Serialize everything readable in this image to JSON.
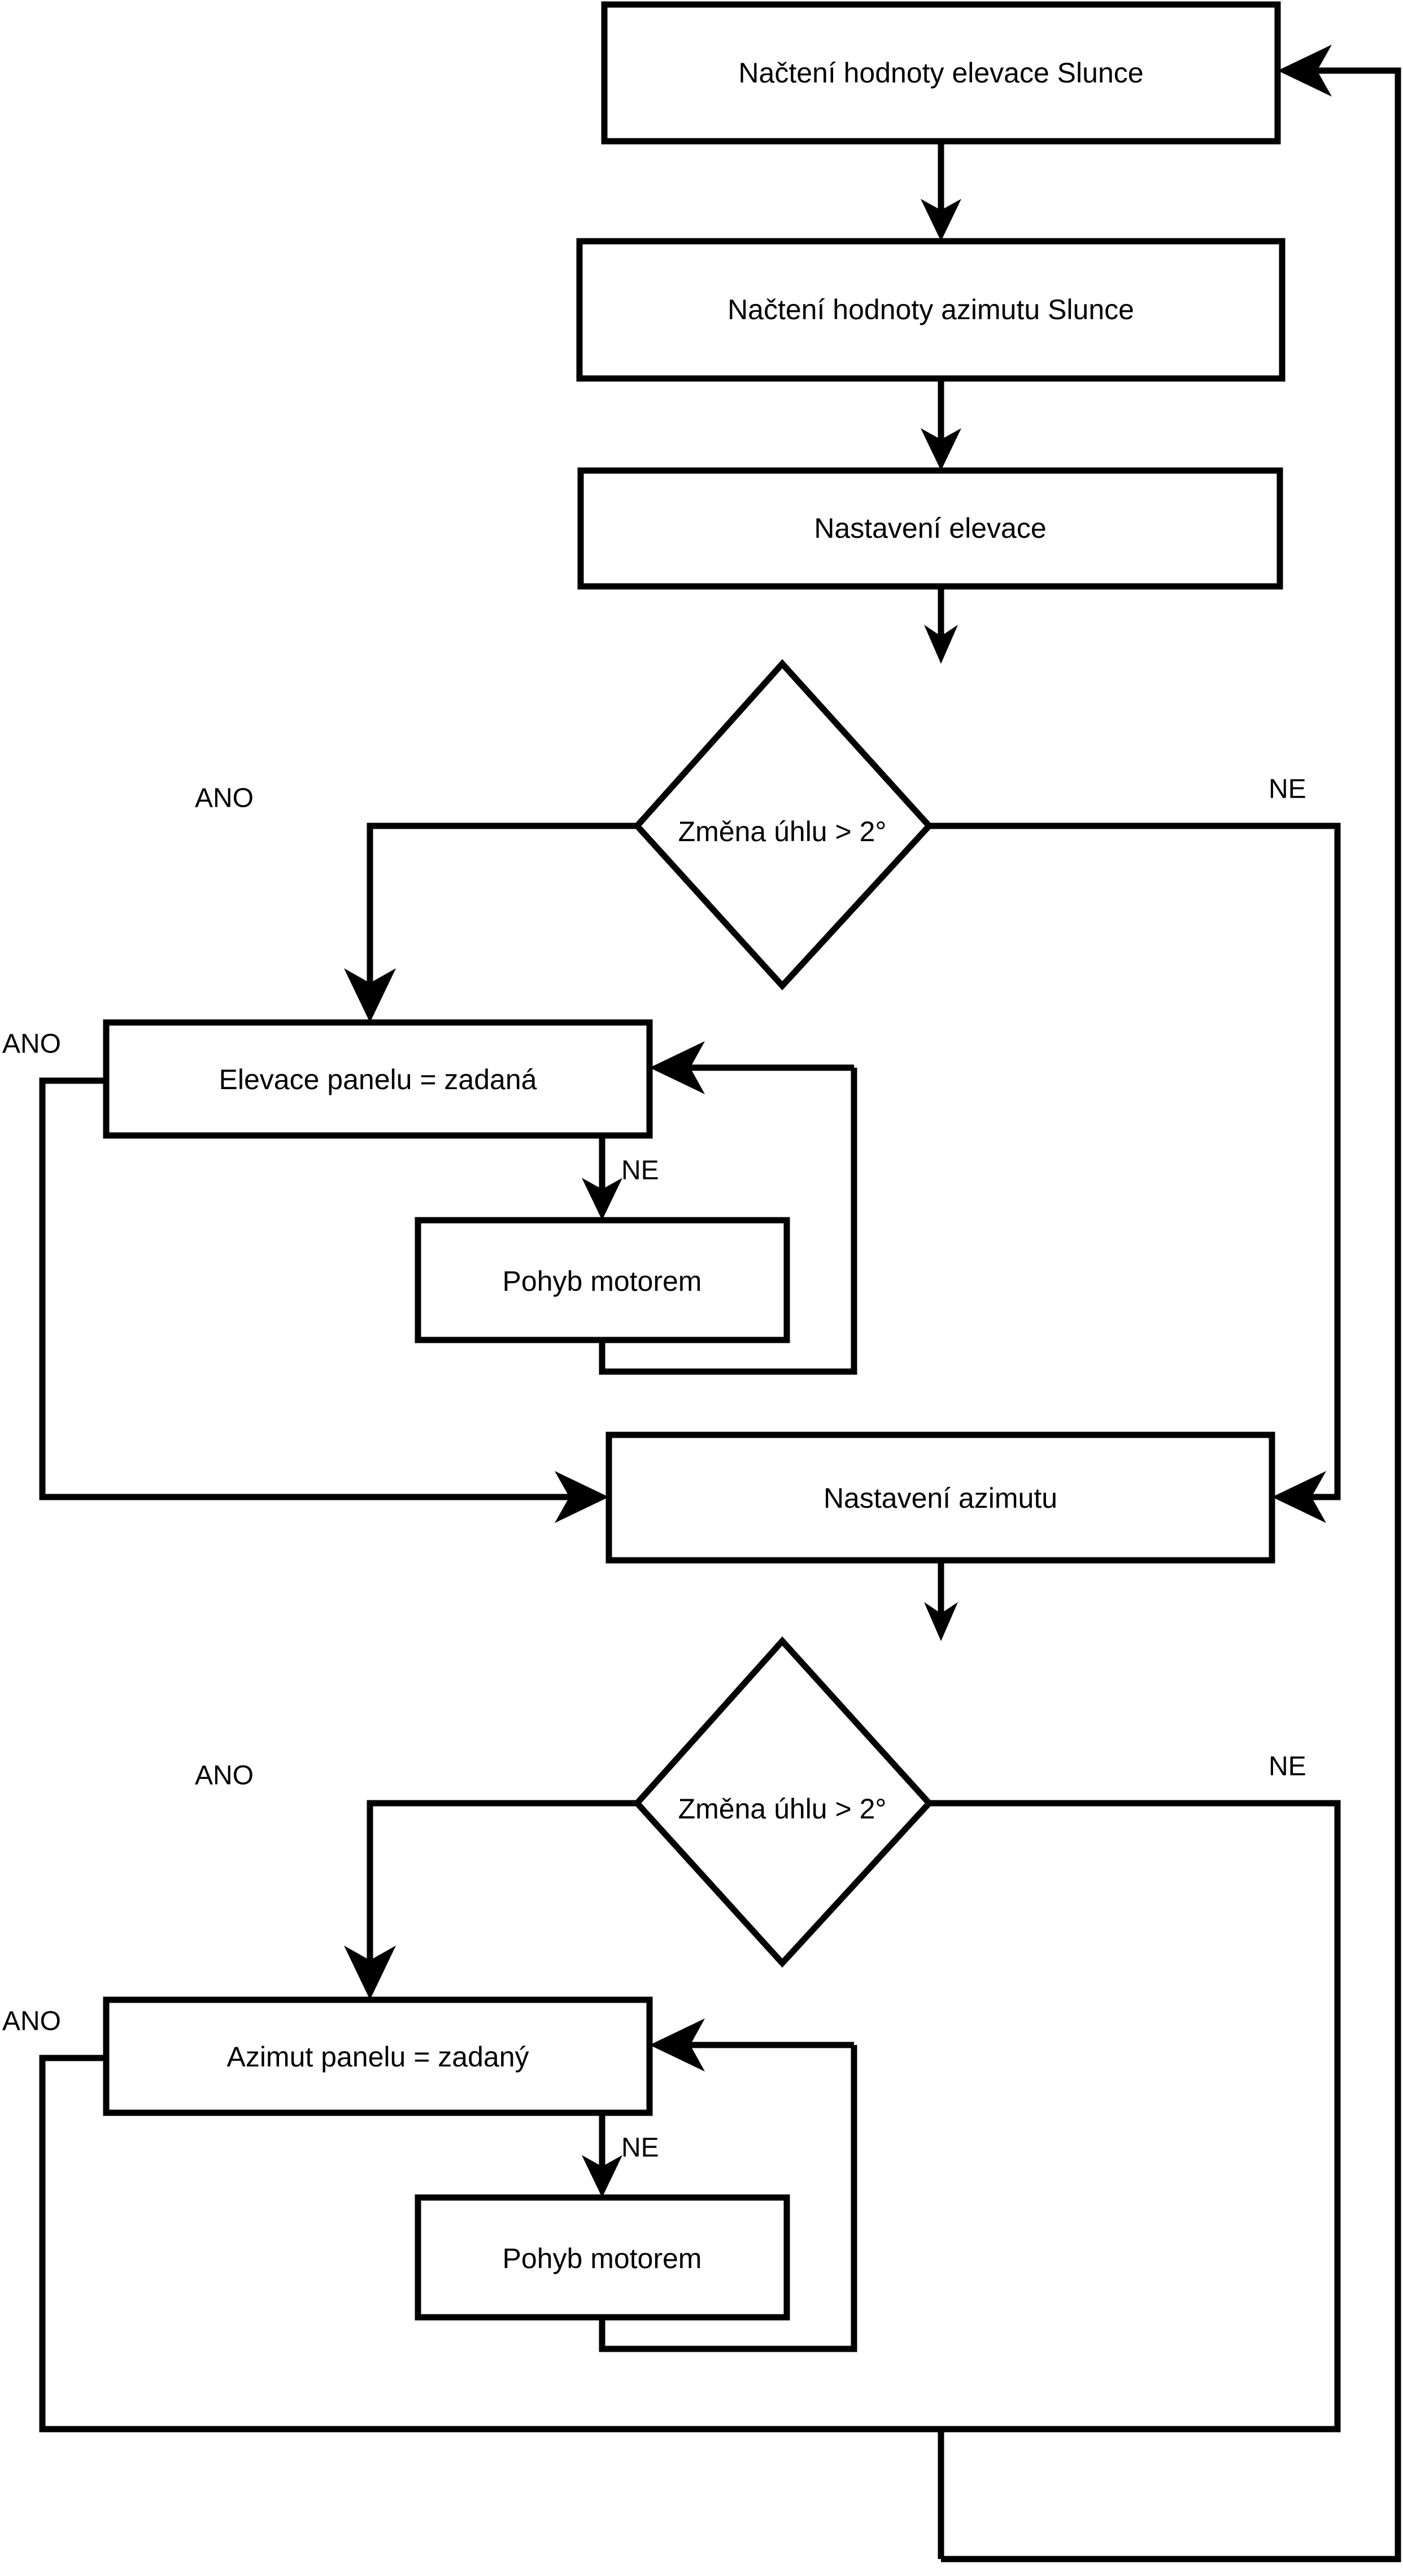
{
  "diagram": {
    "type": "flowchart",
    "title": "Solar tracker control flowchart",
    "language": "cs",
    "background_color": "#ffffff",
    "line_color": "#000000",
    "fill_color": "#ffffff",
    "nodes": [
      {
        "id": "read_elevation",
        "shape": "process",
        "label": "Načtení hodnoty elevace Slunce"
      },
      {
        "id": "read_azimuth",
        "shape": "process",
        "label": "Načtení hodnoty azimutu Slunce"
      },
      {
        "id": "set_elevation",
        "shape": "process",
        "label": "Nastavení elevace"
      },
      {
        "id": "decide_elev",
        "shape": "decision",
        "label": "Změna úhlu > 2°"
      },
      {
        "id": "panel_elev_set",
        "shape": "process",
        "label": "Elevace panelu = zadaná"
      },
      {
        "id": "motor_move_1",
        "shape": "process",
        "label": "Pohyb motorem"
      },
      {
        "id": "set_azimuth",
        "shape": "process",
        "label": "Nastavení azimutu"
      },
      {
        "id": "decide_azim",
        "shape": "decision",
        "label": "Změna úhlu > 2°"
      },
      {
        "id": "panel_azim_set",
        "shape": "process",
        "label": "Azimut panelu = zadaný"
      },
      {
        "id": "motor_move_2",
        "shape": "process",
        "label": "Pohyb motorem"
      }
    ],
    "edge_labels": {
      "decide_elev_yes": "ANO",
      "decide_elev_no": "NE",
      "panel_elev_yes": "ANO",
      "panel_elev_no": "NE",
      "decide_azim_yes": "ANO",
      "decide_azim_no": "NE",
      "panel_azim_yes": "ANO",
      "panel_azim_no": "NE"
    }
  }
}
